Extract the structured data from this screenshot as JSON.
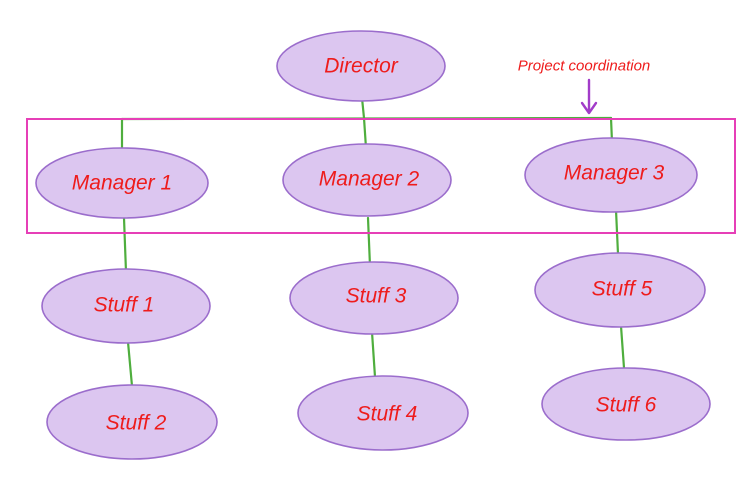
{
  "colors": {
    "node_fill": "#dcc6f0",
    "node_stroke": "#9b6dcc",
    "label_text": "#ee1c1c",
    "connector": "#4fae3e",
    "coordination_box": "#e63fb7",
    "arrow": "#a23cc9"
  },
  "annotation": {
    "label": "Project coordination"
  },
  "nodes": {
    "director": "Director",
    "manager_1": "Manager 1",
    "manager_2": "Manager 2",
    "manager_3": "Manager 3",
    "stuff_1": "Stuff 1",
    "stuff_2": "Stuff 2",
    "stuff_3": "Stuff 3",
    "stuff_4": "Stuff 4",
    "stuff_5": "Stuff 5",
    "stuff_6": "Stuff 6"
  },
  "edges": [
    [
      "director",
      "manager_1"
    ],
    [
      "director",
      "manager_2"
    ],
    [
      "director",
      "manager_3"
    ],
    [
      "manager_1",
      "stuff_1"
    ],
    [
      "stuff_1",
      "stuff_2"
    ],
    [
      "manager_2",
      "stuff_3"
    ],
    [
      "stuff_3",
      "stuff_4"
    ],
    [
      "manager_3",
      "stuff_5"
    ],
    [
      "stuff_5",
      "stuff_6"
    ]
  ]
}
